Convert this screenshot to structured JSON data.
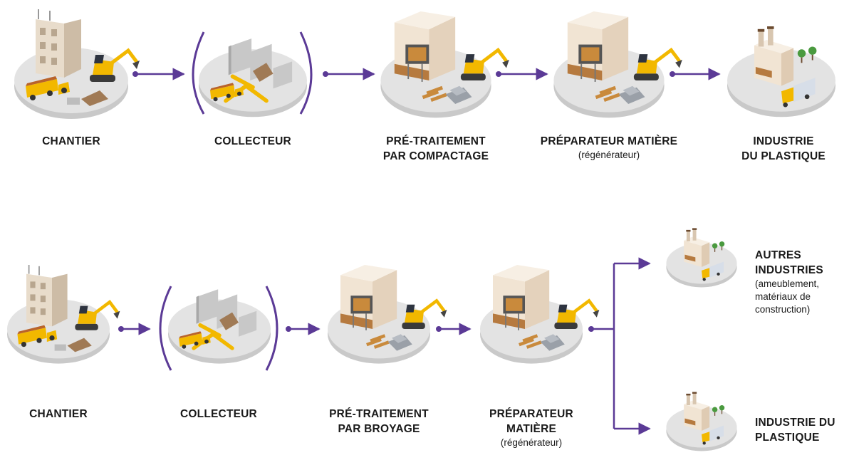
{
  "flow_top": {
    "stages": [
      {
        "line1": "CHANTIER",
        "line2": "",
        "sub": "",
        "icon": "construction-site-icon"
      },
      {
        "line1": "COLLECTEUR",
        "line2": "",
        "sub": "",
        "icon": "collector-icon"
      },
      {
        "line1": "PRÉ-TRAITEMENT",
        "line2": "PAR COMPACTAGE",
        "sub": "",
        "icon": "pretreatment-plant-icon"
      },
      {
        "line1": "PRÉPARATEUR MATIÈRE",
        "line2": "",
        "sub": "(régénérateur)",
        "icon": "material-preparer-icon"
      },
      {
        "line1": "INDUSTRIE",
        "line2": "DU PLASTIQUE",
        "sub": "",
        "icon": "factory-icon"
      }
    ]
  },
  "flow_bottom": {
    "stages": [
      {
        "line1": "CHANTIER",
        "line2": "",
        "line3": "",
        "sub": "",
        "icon": "construction-site-icon"
      },
      {
        "line1": "COLLECTEUR",
        "line2": "",
        "line3": "",
        "sub": "",
        "icon": "collector-icon"
      },
      {
        "line1": "PRÉ-TRAITEMENT",
        "line2": "PAR BROYAGE",
        "line3": "",
        "sub": "",
        "icon": "pretreatment-plant-icon"
      },
      {
        "line1": "PRÉPARATEUR",
        "line2": "MATIÈRE",
        "line3": "",
        "sub": "(régénérateur)",
        "icon": "material-preparer-icon"
      }
    ],
    "branches": [
      {
        "line1": "AUTRES",
        "line2": "INDUSTRIES",
        "sub1": "(ameublement,",
        "sub2": "matériaux de",
        "sub3": "construction)",
        "icon": "factory-icon"
      },
      {
        "line1": "INDUSTRIE DU",
        "line2": "PLASTIQUE",
        "icon": "factory-icon"
      }
    ]
  },
  "colors": {
    "arrow": "#5b3a96",
    "platform": "#dcdcdc",
    "platform_shadow": "#c4c4c4",
    "excavator": "#f2b800",
    "wood": "#c98a3c",
    "building": "#efe3d4"
  }
}
